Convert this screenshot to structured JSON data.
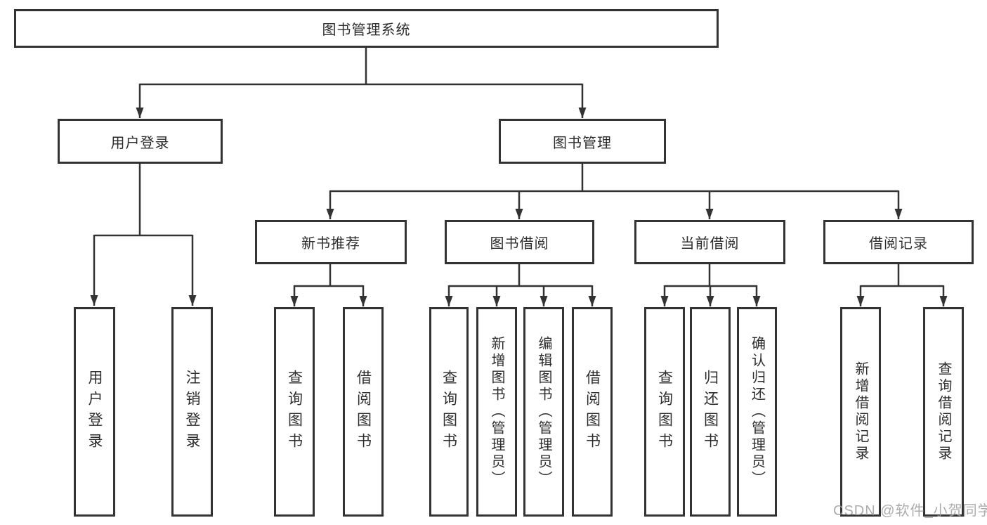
{
  "colors": {
    "line": "#333333",
    "box_border": "#333333",
    "box_background": "#ffffff",
    "text": "#2d2d2d",
    "watermark_text": "#9e9e9e"
  },
  "watermark": "CSDN @软件_小贺同学",
  "tree": {
    "root": "图书管理系统",
    "branches": [
      {
        "label": "用户登录",
        "children": [
          "用户登录",
          "注销登录"
        ]
      },
      {
        "label": "图书管理",
        "groups": [
          {
            "label": "新书推荐",
            "children": [
              "查询图书",
              "借阅图书"
            ]
          },
          {
            "label": "图书借阅",
            "children": [
              "查询图书",
              "新增图书（管理员）",
              "编辑图书（管理员）",
              "借阅图书"
            ]
          },
          {
            "label": "当前借阅",
            "children": [
              "查询图书",
              "归还图书",
              "确认归还（管理员）"
            ]
          },
          {
            "label": "借阅记录",
            "children": [
              "新增借阅记录",
              "查询借阅记录"
            ]
          }
        ]
      }
    ]
  }
}
